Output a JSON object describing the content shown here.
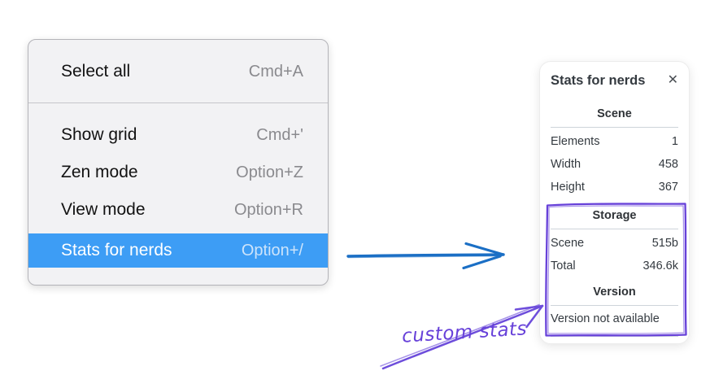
{
  "menu": {
    "sections": [
      {
        "items": [
          {
            "label": "Select all",
            "shortcut": "Cmd+A"
          }
        ]
      },
      {
        "items": [
          {
            "label": "Show grid",
            "shortcut": "Cmd+'"
          },
          {
            "label": "Zen mode",
            "shortcut": "Option+Z"
          },
          {
            "label": "View mode",
            "shortcut": "Option+R"
          },
          {
            "label": "Stats for nerds",
            "shortcut": "Option+/",
            "highlighted": true
          }
        ]
      }
    ],
    "highlight_color": "#3d9df5"
  },
  "stats_panel": {
    "title": "Stats for nerds",
    "close_icon": "✕",
    "scene": {
      "title": "Scene",
      "rows": [
        {
          "label": "Elements",
          "value": "1"
        },
        {
          "label": "Width",
          "value": "458"
        },
        {
          "label": "Height",
          "value": "367"
        }
      ]
    },
    "storage": {
      "title": "Storage",
      "rows": [
        {
          "label": "Scene",
          "value": "515b"
        },
        {
          "label": "Total",
          "value": "346.6k"
        }
      ]
    },
    "version": {
      "title": "Version",
      "note": "Version not available"
    }
  },
  "annotations": {
    "custom_stats_label": "custom stats",
    "purple_color": "#6741d9",
    "blue_arrow_color": "#1b6fc5"
  }
}
